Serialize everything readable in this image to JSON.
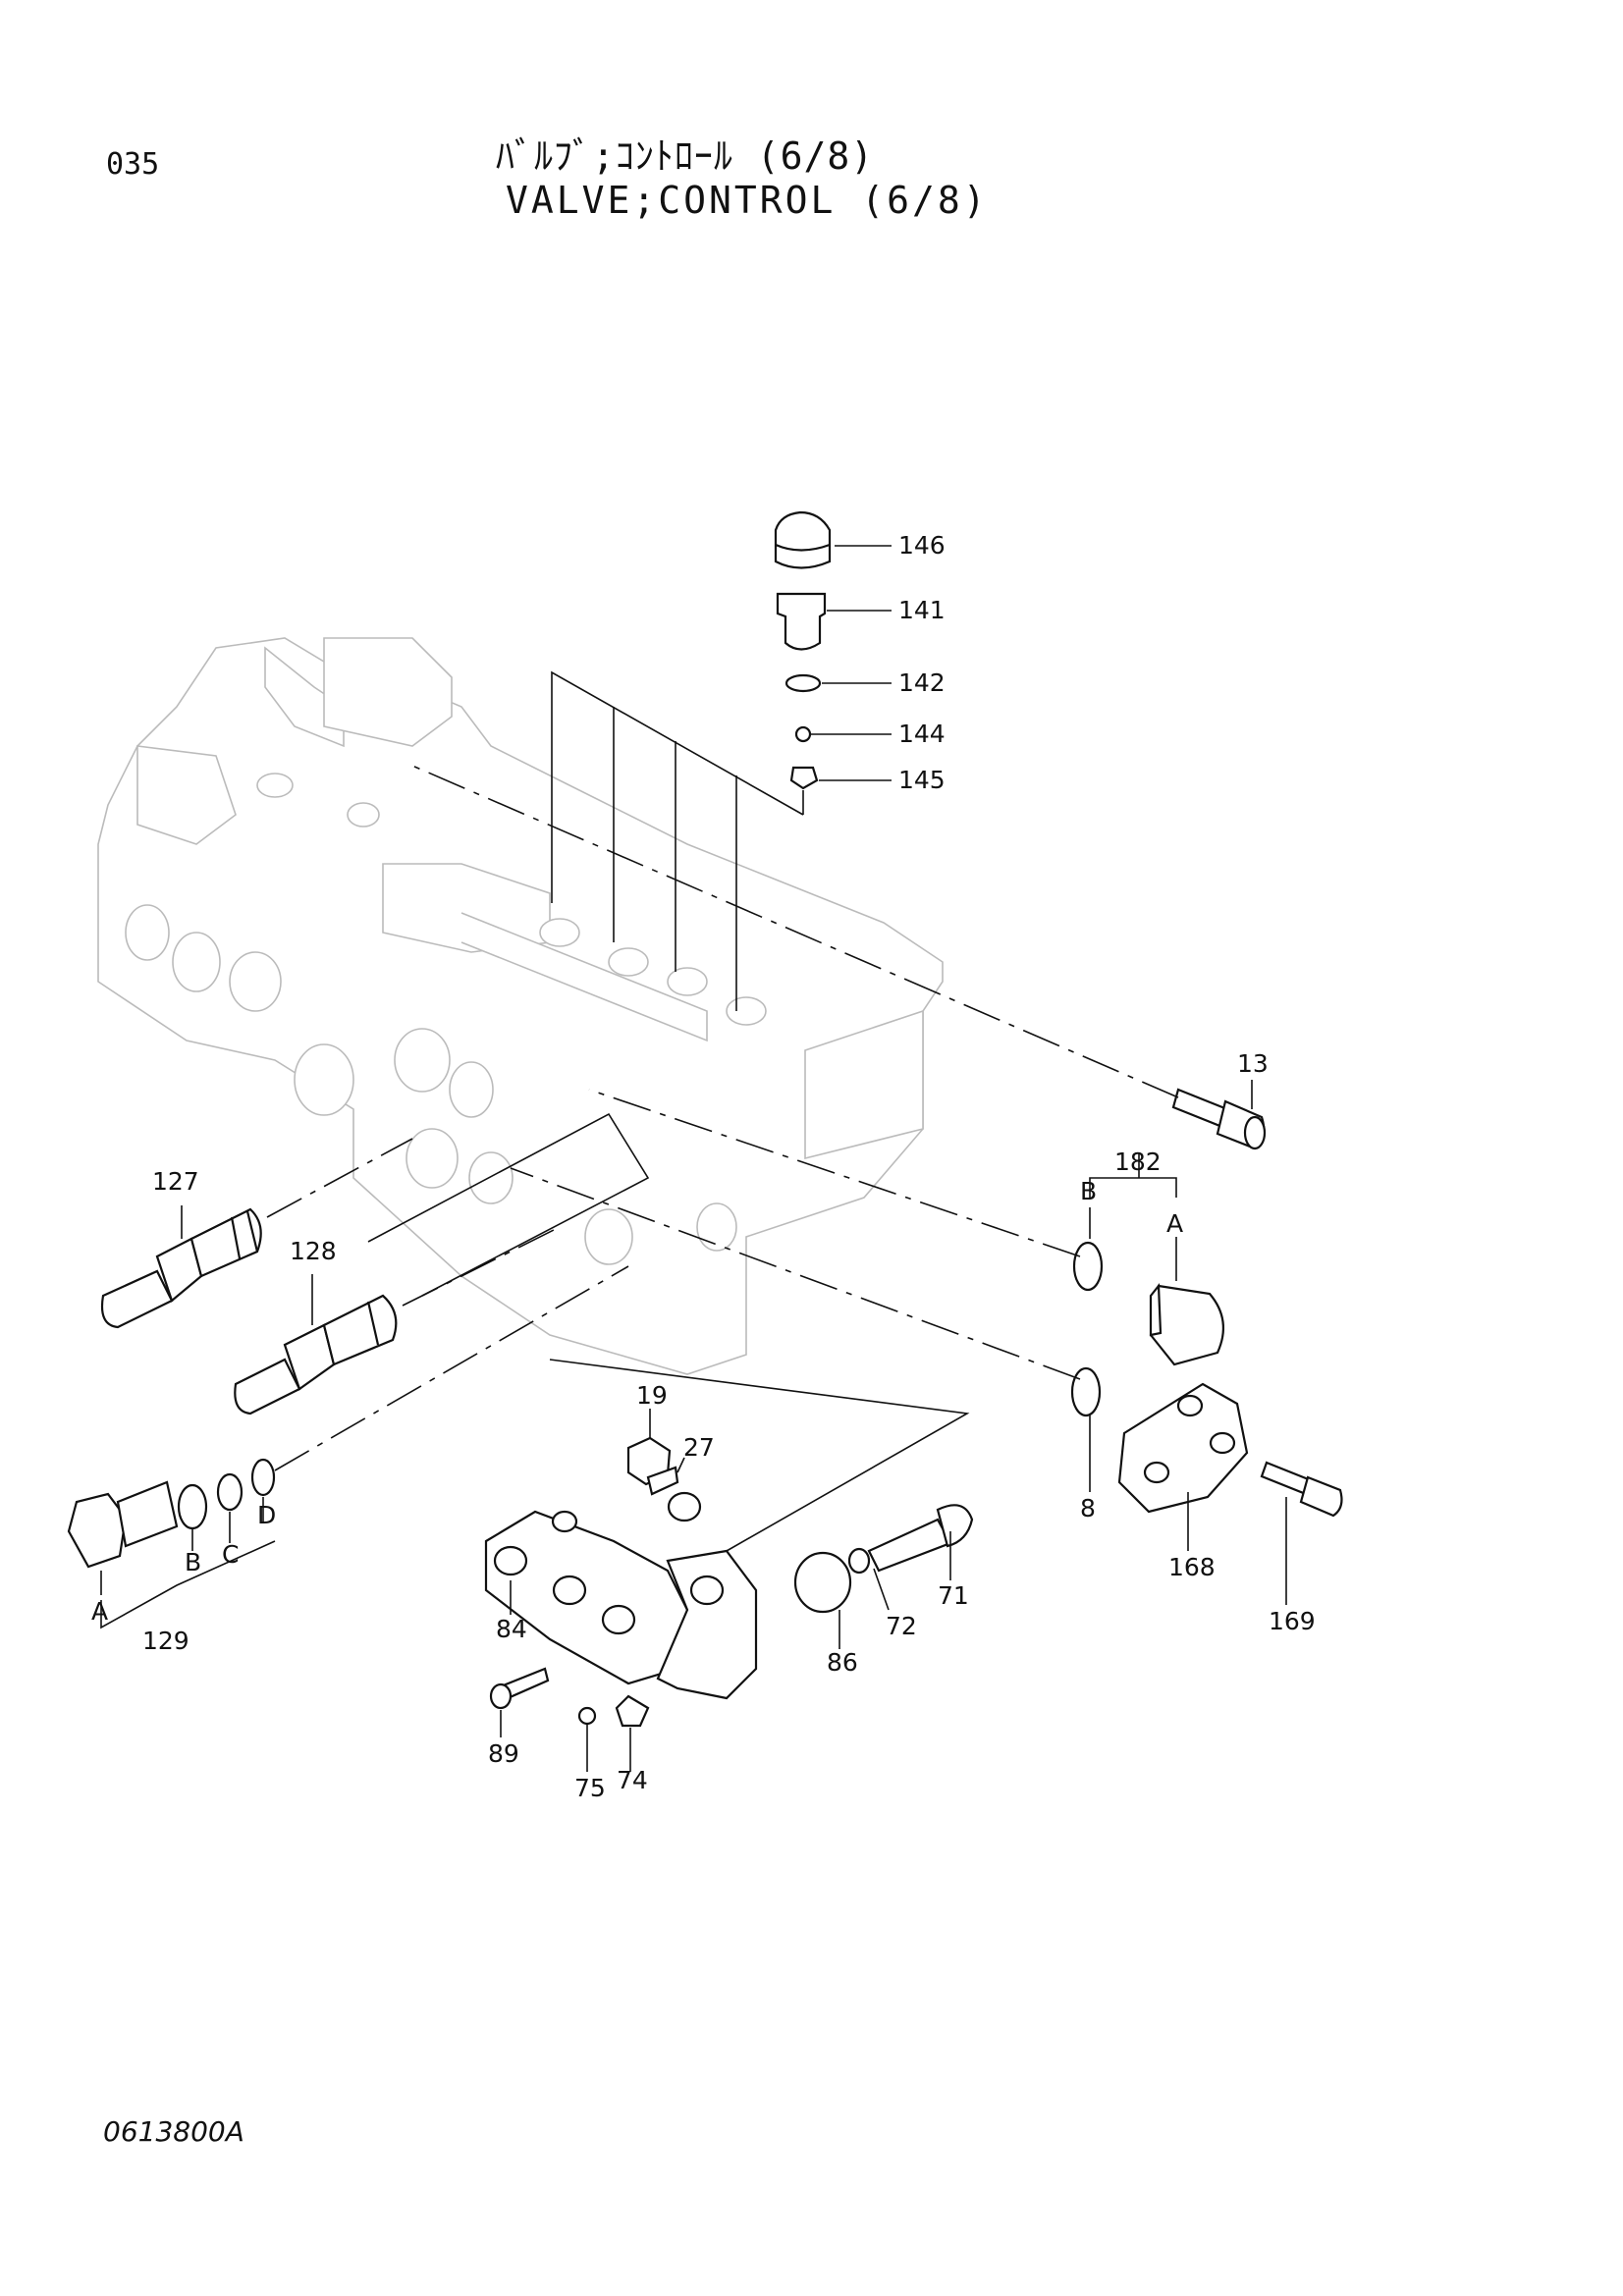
{
  "header": {
    "page_number": "035",
    "title_jp": "ﾊﾞﾙﾌﾞ;ｺﾝﾄﾛｰﾙ (6/8)",
    "title_en": "VALVE;CONTROL (6/8)"
  },
  "footer": {
    "drawing_code": "0613800A"
  },
  "callouts": {
    "c146": "146",
    "c141": "141",
    "c142": "142",
    "c144": "144",
    "c145": "145",
    "c13": "13",
    "c182": "182",
    "c182_b": "B",
    "c182_a": "A",
    "c127": "127",
    "c128": "128",
    "c129": "129",
    "c129_a": "A",
    "c129_b": "B",
    "c129_c": "C",
    "c129_d": "D",
    "c19": "19",
    "c27": "27",
    "c84": "84",
    "c89": "89",
    "c75": "75",
    "c74": "74",
    "c86": "86",
    "c72": "72",
    "c71": "71",
    "c8": "8",
    "c168": "168",
    "c169": "169"
  }
}
